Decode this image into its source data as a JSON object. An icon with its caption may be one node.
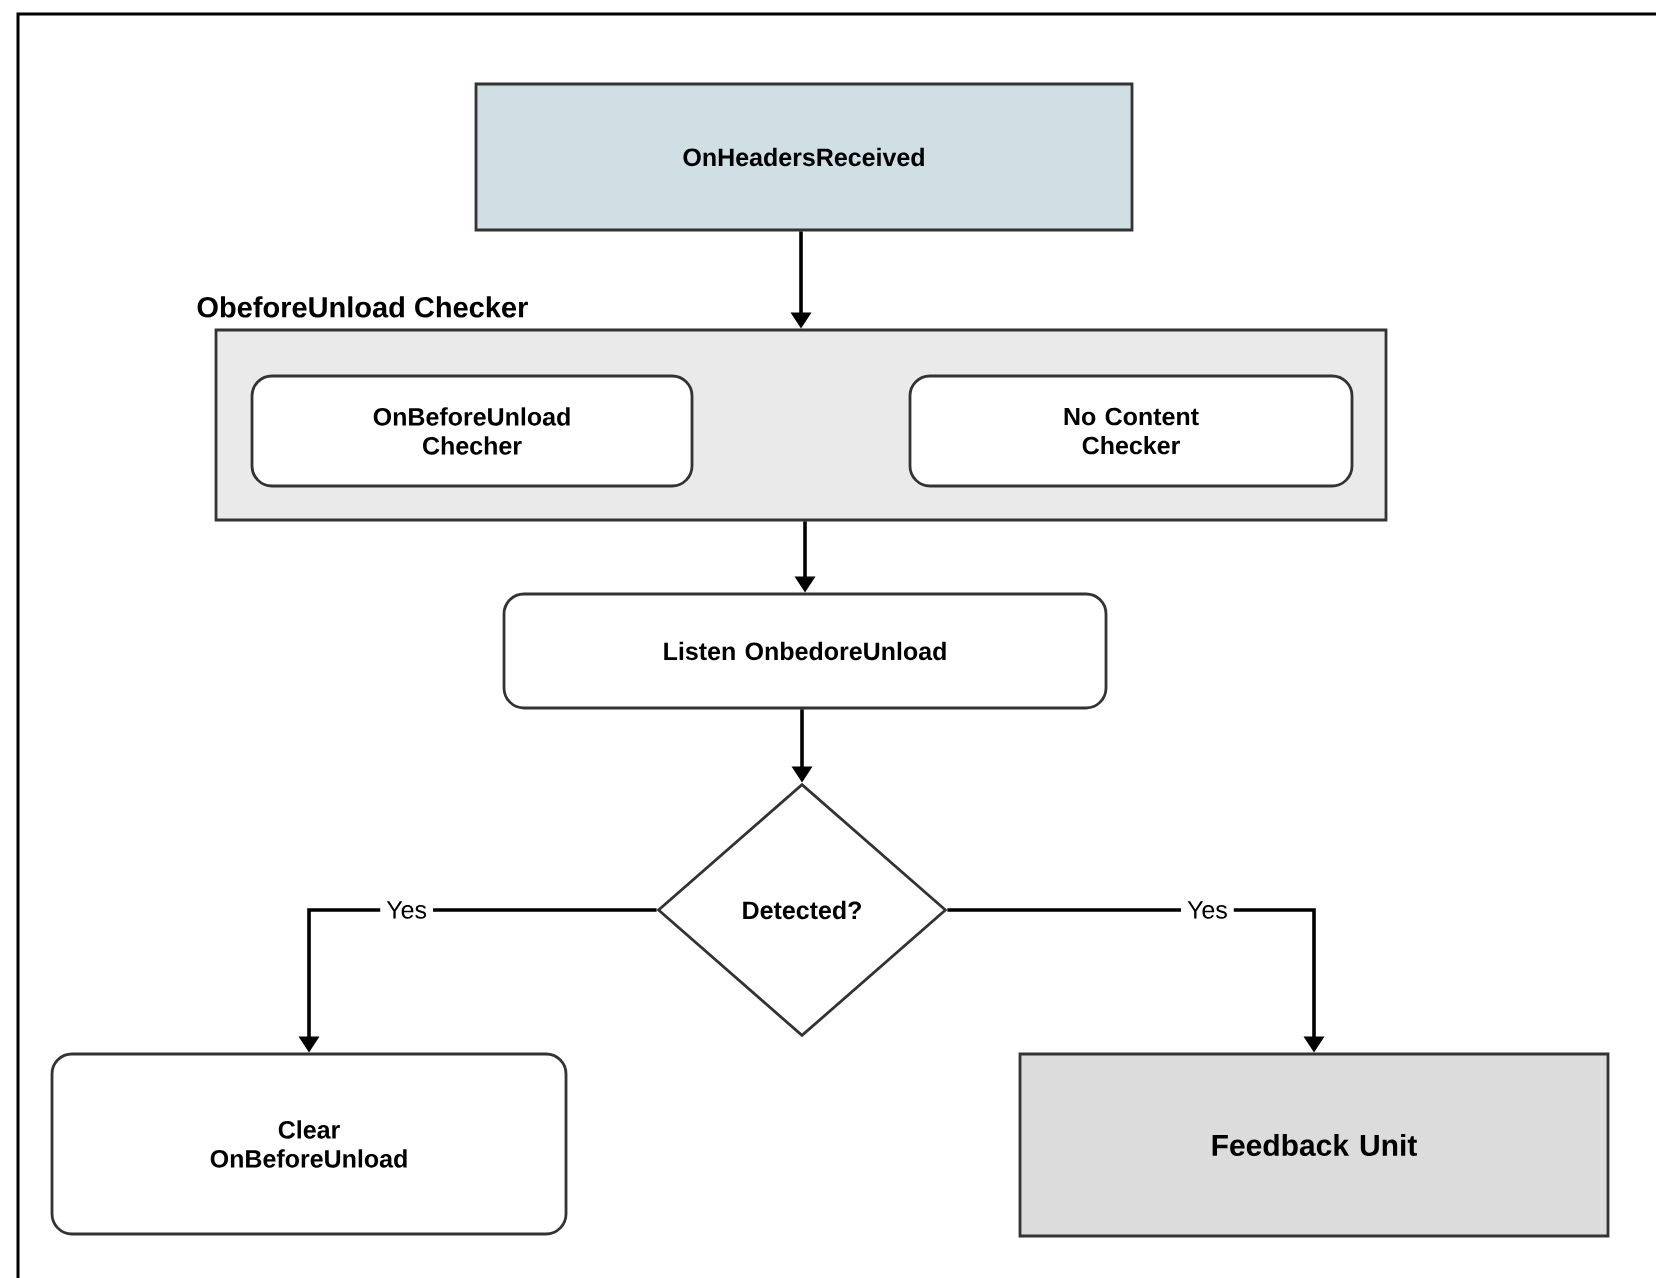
{
  "diagram": {
    "nodes": [
      {
        "text": [
          "OnHeadersReceived"
        ]
      },
      {
        "text": [
          "ObeforeUnload Checker"
        ]
      },
      {
        "text": [
          "OnBeforeUnload Checher"
        ],
        "in": 1
      },
      {
        "text": [
          "No Content Checker"
        ],
        "in": 1
      },
      {
        "text": [
          "Listen OnbedoreUnload"
        ]
      },
      {
        "text": [
          "Detected?"
        ]
      },
      {
        "text": [
          "Clear OnBeforeUnload"
        ]
      },
      {
        "text": [
          "Feedback Unit"
        ]
      }
    ],
    "edges": [
      {
        "from": 0,
        "to": 1,
        "arrow": "to"
      },
      {
        "from": 1,
        "to": 4,
        "arrow": "to"
      },
      {
        "from": 4,
        "to": 5,
        "arrow": "to"
      },
      {
        "from": 5,
        "to": 6,
        "arrow": "to",
        "label": "Yes"
      },
      {
        "from": 5,
        "to": 7,
        "arrow": "to",
        "label": "Yes"
      }
    ]
  }
}
